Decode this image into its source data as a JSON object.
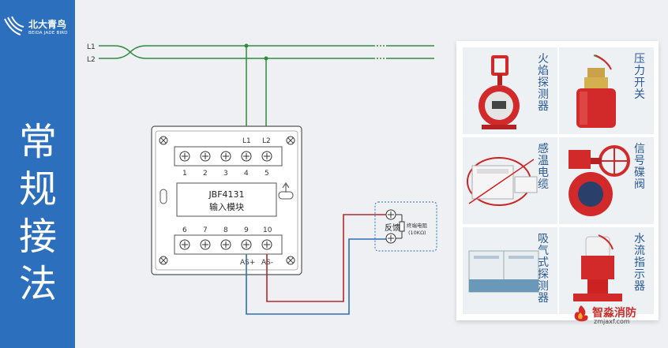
{
  "brand": {
    "name": "北大青鸟",
    "sub": "BEIDA JADE BIRD"
  },
  "title_chars": [
    "常",
    "规",
    "接",
    "法"
  ],
  "bus": {
    "l1": "L1",
    "l2": "L2"
  },
  "module": {
    "model": "JBF4131",
    "desc": "输入模块",
    "top_terminal_labels": [
      "L1",
      "L2"
    ],
    "top_numbers": [
      "1",
      "2",
      "3",
      "4",
      "5"
    ],
    "bottom_numbers": [
      "6",
      "7",
      "8",
      "9",
      "10"
    ],
    "bottom_labels": [
      "AS+",
      "AS-"
    ]
  },
  "feedback": {
    "label": "反馈",
    "resistor": "终端电阻",
    "resistor_value": "(10KΩ)"
  },
  "devices": [
    {
      "name": [
        "火",
        "焰",
        "探",
        "测",
        "器"
      ],
      "icon": "flame-detector-icon"
    },
    {
      "name": [
        "压",
        "力",
        "开",
        "关"
      ],
      "icon": "pressure-switch-icon"
    },
    {
      "name": [
        "感",
        "温",
        "电",
        "缆"
      ],
      "icon": "heat-cable-icon"
    },
    {
      "name": [
        "信",
        "号",
        "碟",
        "阀"
      ],
      "icon": "signal-butterfly-valve-icon"
    },
    {
      "name": [
        "吸",
        "气",
        "式",
        "探",
        "测",
        "器"
      ],
      "icon": "aspirating-detector-icon"
    },
    {
      "name": [
        "水",
        "流",
        "指",
        "示",
        "器"
      ],
      "icon": "water-flow-indicator-icon"
    }
  ],
  "watermark": {
    "name": "智淼消防",
    "url": "zmjaxf.com"
  },
  "colors": {
    "sidebar": "#2b6fbd",
    "bus_line": "#2e8b3e",
    "wire_red": "#b3282d",
    "wire_blue": "#2f6fb5",
    "card_caption": "#2a5a96"
  }
}
